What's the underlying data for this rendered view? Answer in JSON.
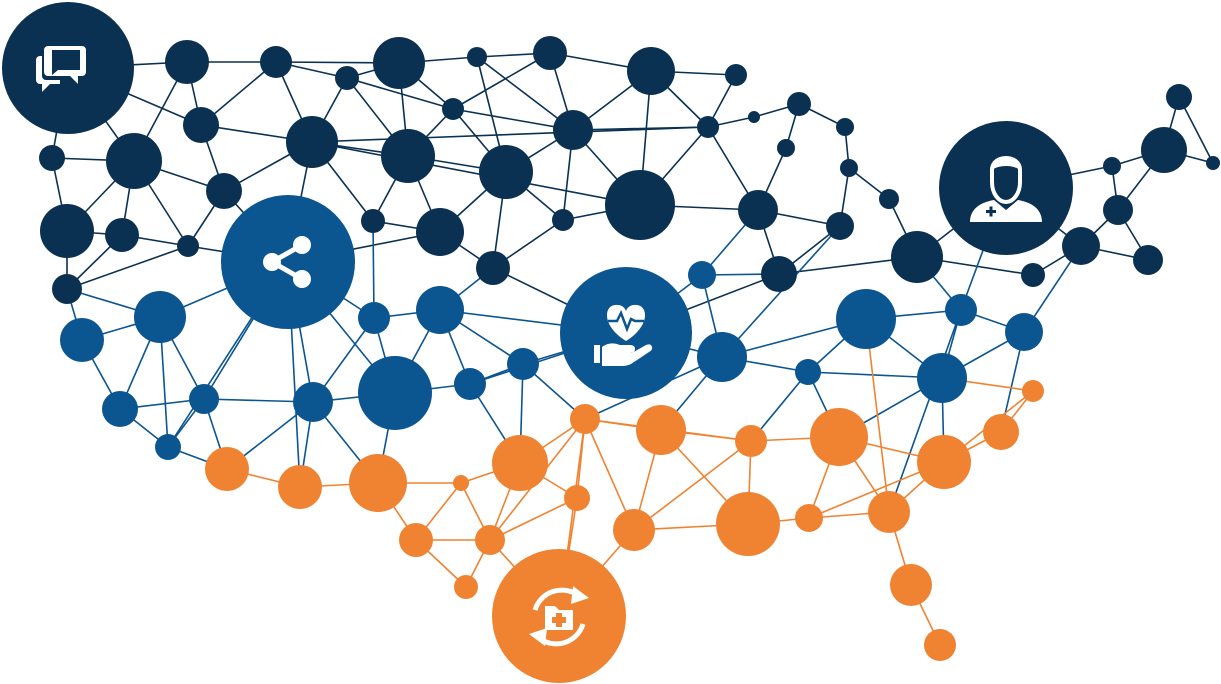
{
  "colors": {
    "navy": "#0b3152",
    "blue": "#0b5591",
    "orange": "#ef8331",
    "icon": "#ffffff",
    "background": "#ffffff"
  },
  "hubs": [
    {
      "id": "chat",
      "icon": "chat-bubbles-icon",
      "color": "navy"
    },
    {
      "id": "share",
      "icon": "share-icon",
      "color": "blue"
    },
    {
      "id": "health",
      "icon": "heart-in-hand-icon",
      "color": "blue"
    },
    {
      "id": "doctor",
      "icon": "doctor-icon",
      "color": "navy"
    },
    {
      "id": "records",
      "icon": "medical-record-sync-icon",
      "color": "orange"
    }
  ]
}
